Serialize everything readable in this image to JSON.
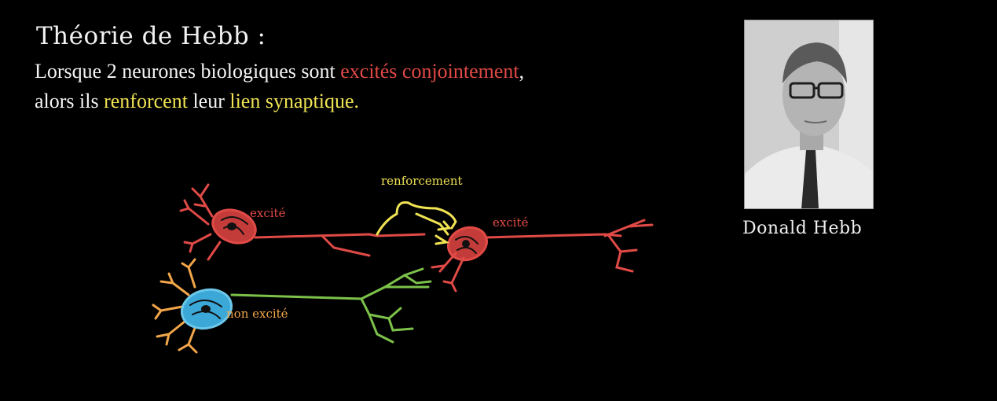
{
  "heading": "Théorie de Hebb :",
  "sentence": {
    "l1_a": "Lorsque 2 neurones biologiques sont ",
    "l1_b": "excités conjointement",
    "l1_c": ",",
    "l2_a": "alors ils ",
    "l2_b": "renforcent",
    "l2_c": " leur ",
    "l2_d": "lien synaptique."
  },
  "diagram": {
    "label_excite_1": "excité",
    "label_renforcement": "renforcement",
    "label_excite_2": "excité",
    "label_non_excite": "non excité"
  },
  "photo_caption": "Donald Hebb",
  "colors": {
    "red": "#e04a46",
    "yellow": "#f0e354",
    "blue": "#3ba8d8",
    "green": "#7cc24a",
    "orange": "#f2a64a"
  }
}
